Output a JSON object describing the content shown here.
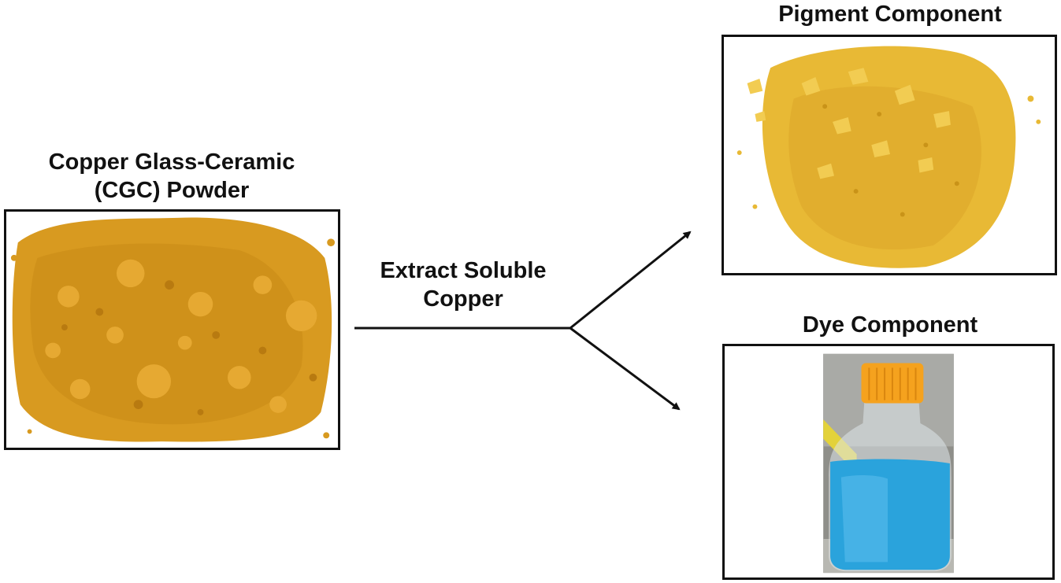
{
  "source": {
    "title_line1": "Copper Glass-Ceramic",
    "title_line2": "(CGC) Powder",
    "photo_subject": "orange-powder-pile"
  },
  "process": {
    "label_line1": "Extract Soluble",
    "label_line2": "Copper"
  },
  "pigment": {
    "title": "Pigment Component",
    "photo_subject": "yellow-powder-pile"
  },
  "dye": {
    "title": "Dye Component",
    "photo_subject": "blue-liquid-bottle"
  },
  "colors": {
    "cgc_powder": "#d89a20",
    "pigment_powder": "#e8b935",
    "dye_liquid": "#2aa3dc",
    "bottle_cap": "#f5a21e",
    "lines": "#111111"
  }
}
